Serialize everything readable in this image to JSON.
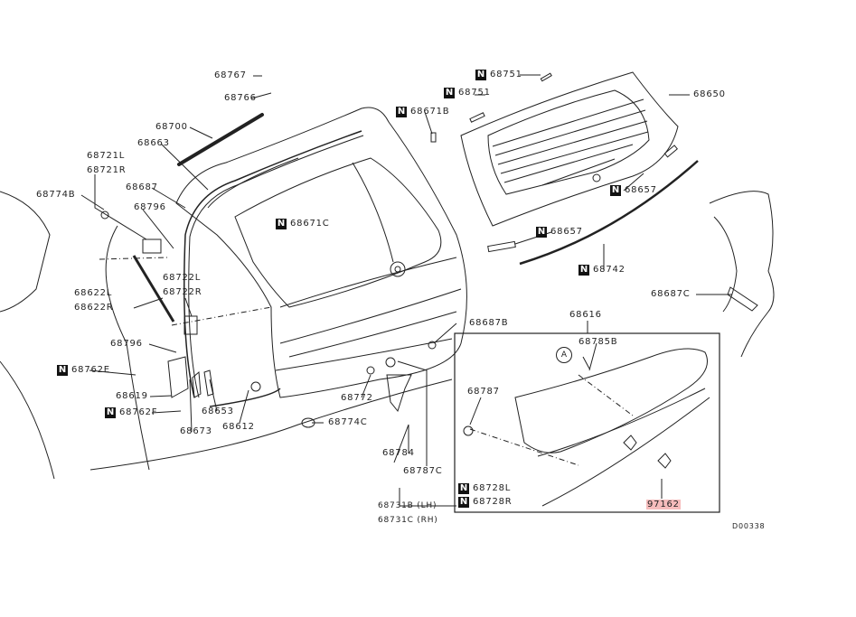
{
  "new_marker": "N",
  "labels": {
    "p68767": "68767",
    "p68766": "68766",
    "p68700": "68700",
    "p68663": "68663",
    "p68721l": "68721L",
    "p68721r": "68721R",
    "p68774b": "68774B",
    "p68687": "68687",
    "p68796a": "68796",
    "p68671c": "68671C",
    "p68722l": "68722L",
    "p68722r": "68722R",
    "p68622l": "68622L",
    "p68622r": "68622R",
    "p68796b": "68796",
    "p68762e": "68762E",
    "p68619": "68619",
    "p68762f": "68762F",
    "p68653": "68653",
    "p68673": "68673",
    "p68612": "68612",
    "p68774c": "68774C",
    "p68772": "68772",
    "p68784": "68784",
    "p68787c": "68787C",
    "p68731b": "68731B (LH)",
    "p68731c": "68731C (RH)",
    "p68751a": "68751",
    "p68751b": "68751",
    "p68671b": "68671B",
    "p68650": "68650",
    "p68657a": "68657",
    "p68657b": "68657",
    "p68742": "68742",
    "p68687c": "68687C",
    "p68616": "68616",
    "p68687b": "68687B",
    "p68785b": "68785B",
    "callout_a": "A",
    "p68787": "68787",
    "p68728l": "68728L",
    "p68728r": "68728R",
    "p97162": "97162"
  },
  "diagram_id": "D00338",
  "colors": {
    "highlight": "#f6bcbc",
    "line": "#222222"
  }
}
